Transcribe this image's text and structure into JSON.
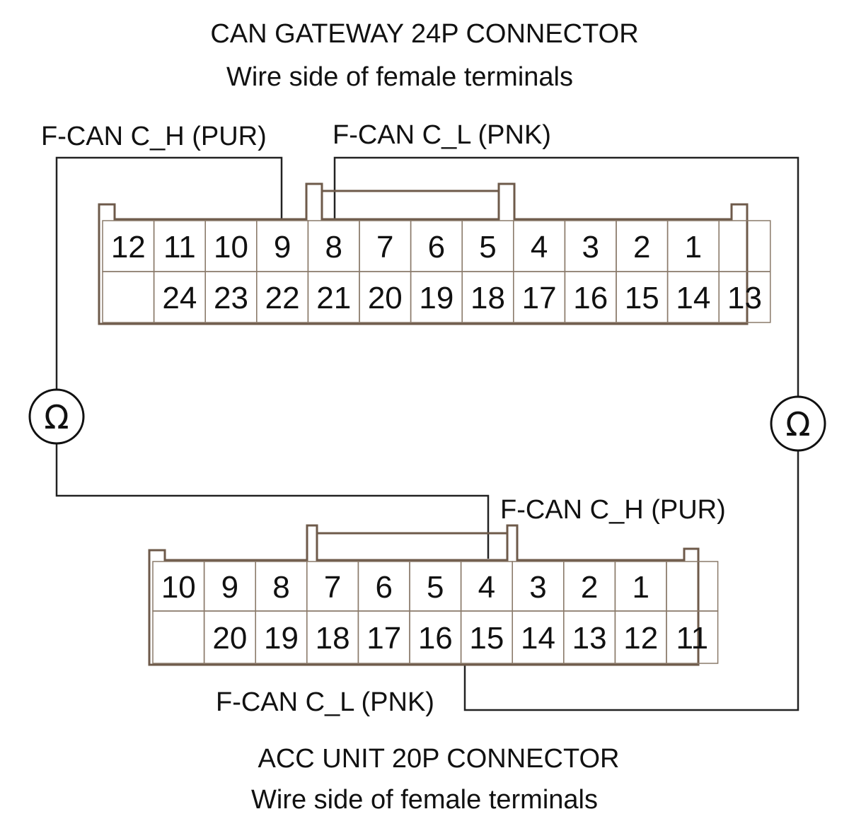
{
  "top_connector": {
    "title": "CAN GATEWAY 24P CONNECTOR",
    "subtitle": "Wire side of female terminals",
    "row1": [
      "12",
      "11",
      "10",
      "9",
      "8",
      "7",
      "6",
      "5",
      "4",
      "3",
      "2",
      "1",
      ""
    ],
    "row2": [
      "",
      "24",
      "23",
      "22",
      "21",
      "20",
      "19",
      "18",
      "17",
      "16",
      "15",
      "14",
      "13"
    ],
    "label_h": "F-CAN C_H (PUR)",
    "label_l": "F-CAN C_L (PNK)"
  },
  "bottom_connector": {
    "title": "ACC UNIT 20P CONNECTOR",
    "subtitle": "Wire side of female terminals",
    "row1": [
      "10",
      "9",
      "8",
      "7",
      "6",
      "5",
      "4",
      "3",
      "2",
      "1",
      ""
    ],
    "row2": [
      "",
      "20",
      "19",
      "18",
      "17",
      "16",
      "15",
      "14",
      "13",
      "12",
      "11"
    ],
    "label_h": "F-CAN C_H (PUR)",
    "label_l": "F-CAN C_L (PNK)"
  },
  "meters": {
    "left_symbol": "Ω",
    "right_symbol": "Ω"
  },
  "colors": {
    "wire": "#222222",
    "connector_outline": "#6e5a4a"
  }
}
